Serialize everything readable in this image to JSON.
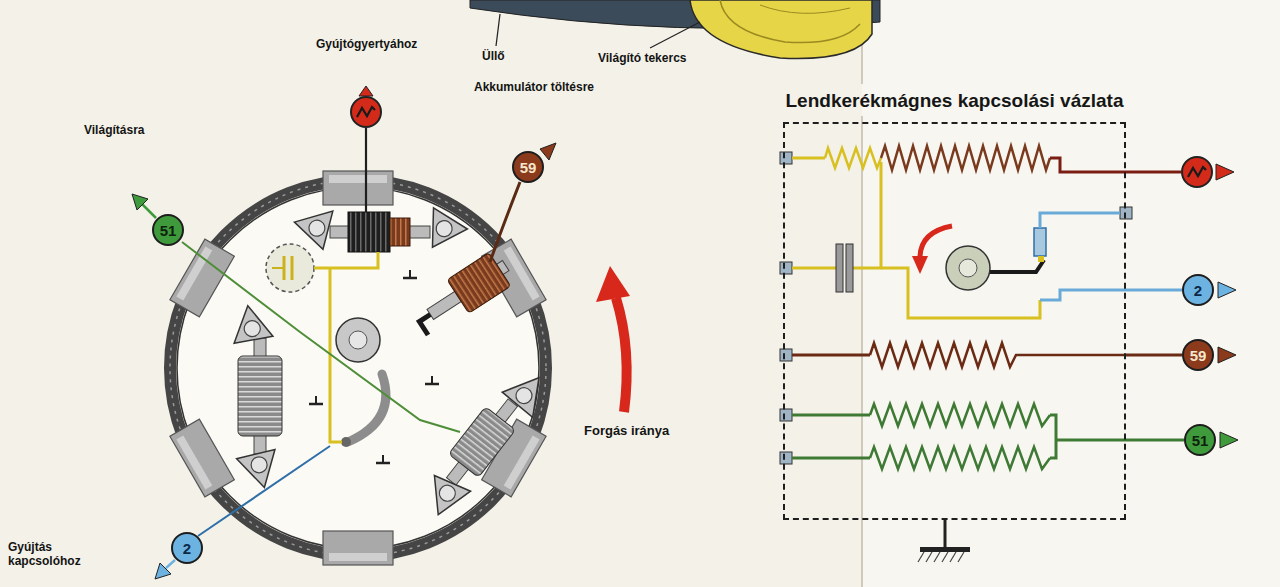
{
  "diagram": {
    "nodes": [
      {
        "text": [
          "51"
        ]
      },
      {
        "text": [
          "59"
        ]
      },
      {
        "text": [
          "2"
        ]
      },
      {
        "text": [
          "Lendkerékmágnes kapcsolási vázlata"
        ]
      },
      {
        "text": [
          "2"
        ]
      },
      {
        "text": [
          "59"
        ]
      },
      {
        "text": [
          "51"
        ]
      }
    ],
    "edges": [
      {
        "from": 3,
        "to": 4,
        "arrow": "none"
      },
      {
        "from": 3,
        "to": 5,
        "arrow": "none"
      },
      {
        "from": 3,
        "to": 6,
        "arrow": "none"
      }
    ],
    "labels": [
      "Üllő",
      "Világító tekercs",
      "Gyújtógyertyához",
      "Akkumulátor töltésre",
      "Világításra",
      "Forgás iránya",
      "Gyújtás kapcsolóhoz"
    ]
  }
}
